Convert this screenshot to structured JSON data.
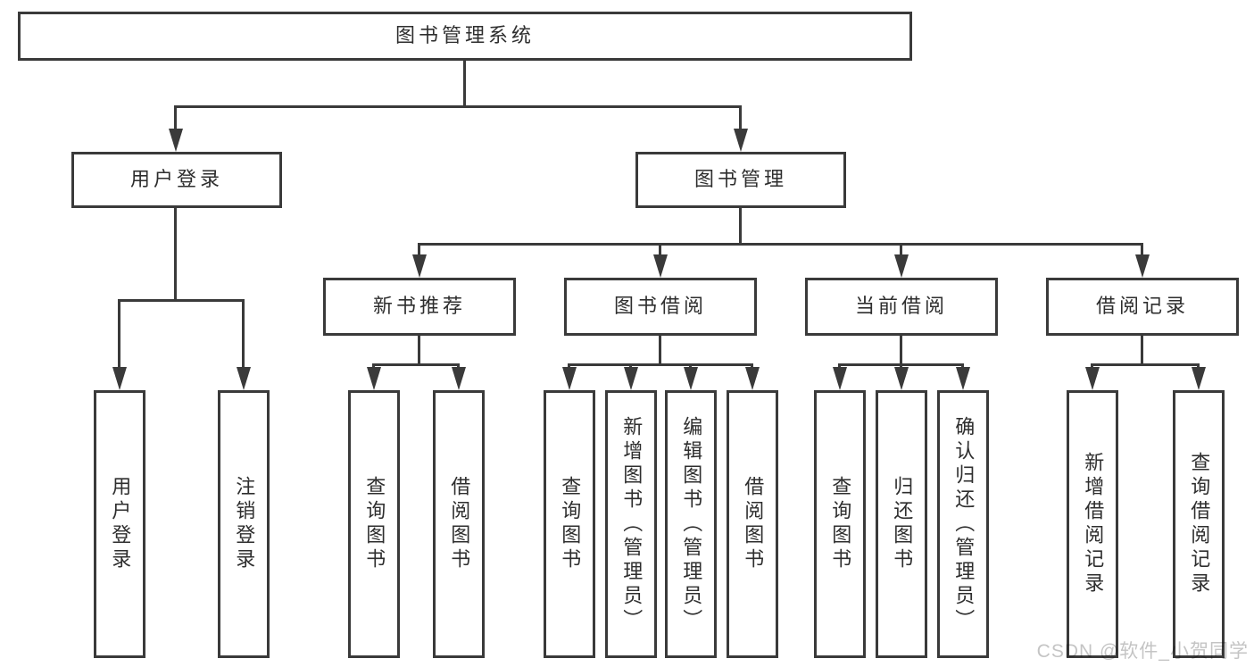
{
  "tree": {
    "root": "图书管理系统",
    "user": {
      "label": "用户登录",
      "children": [
        "用户登录",
        "注销登录"
      ]
    },
    "book": {
      "label": "图书管理",
      "sections": [
        {
          "label": "新书推荐",
          "children": [
            "查询图书",
            "借阅图书"
          ]
        },
        {
          "label": "图书借阅",
          "children": [
            "查询图书",
            "新增图书（管理员）",
            "编辑图书（管理员）",
            "借阅图书"
          ]
        },
        {
          "label": "当前借阅",
          "children": [
            "查询图书",
            "归还图书",
            "确认归还（管理员）"
          ]
        },
        {
          "label": "借阅记录",
          "children": [
            "新增借阅记录",
            "查询借阅记录"
          ]
        }
      ]
    }
  },
  "watermark": {
    "text": "CSDN @软件_小贺同学"
  },
  "colors": {
    "line": "#3a3a3a",
    "text": "#2e2e2e",
    "watermark": "#c4c4c4"
  }
}
